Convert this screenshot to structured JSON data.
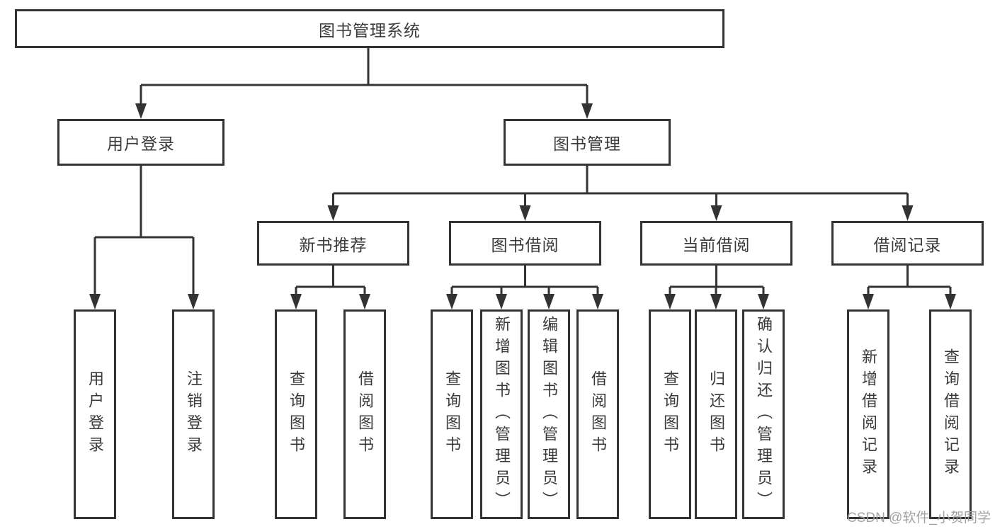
{
  "watermark": "CSDN @软件_小贺同学",
  "colors": {
    "line": "#333333",
    "box_border": "#333333",
    "text": "#3a3a3a",
    "background": "#ffffff",
    "watermark": "#9e9e9e"
  },
  "tree": {
    "label": "图书管理系统",
    "children": [
      {
        "label": "用户登录",
        "children": [
          {
            "label": "用户登录"
          },
          {
            "label": "注销登录"
          }
        ]
      },
      {
        "label": "图书管理",
        "children": [
          {
            "label": "新书推荐",
            "children": [
              {
                "label": "查询图书"
              },
              {
                "label": "借阅图书"
              }
            ]
          },
          {
            "label": "图书借阅",
            "children": [
              {
                "label": "查询图书"
              },
              {
                "label": "新增图书（管理员）"
              },
              {
                "label": "编辑图书（管理员）"
              },
              {
                "label": "借阅图书"
              }
            ]
          },
          {
            "label": "当前借阅",
            "children": [
              {
                "label": "查询图书"
              },
              {
                "label": "归还图书"
              },
              {
                "label": "确认归还（管理员）"
              }
            ]
          },
          {
            "label": "借阅记录",
            "children": [
              {
                "label": "新增借阅记录"
              },
              {
                "label": "查询借阅记录"
              }
            ]
          }
        ]
      }
    ]
  }
}
